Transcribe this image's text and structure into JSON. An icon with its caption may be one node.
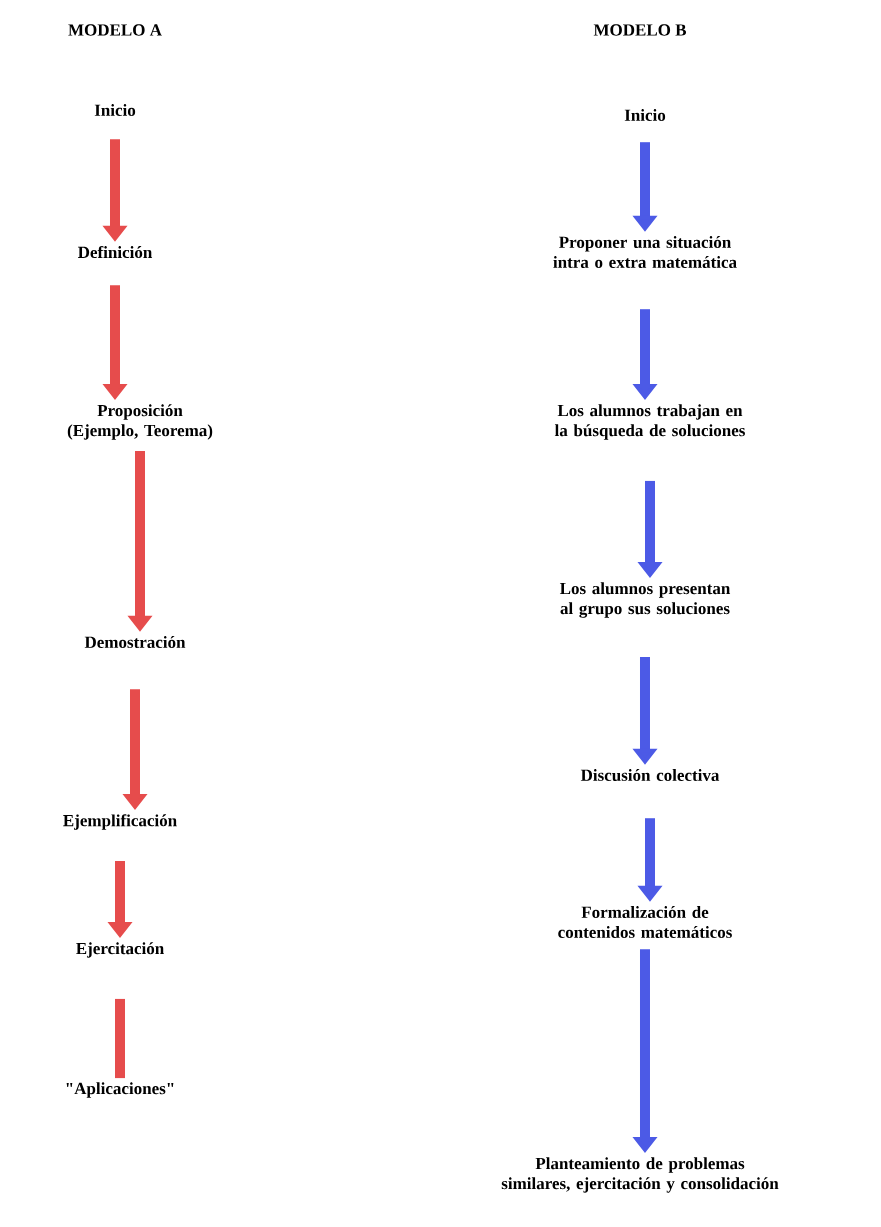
{
  "diagram": {
    "nodes": [
      {
        "text": [
          "Inicio"
        ]
      },
      {
        "text": [
          "Definición"
        ]
      },
      {
        "text": [
          "Proposición (Ejemplo, Teorema)"
        ]
      },
      {
        "text": [
          "Demostración"
        ]
      },
      {
        "text": [
          "Ejemplificación"
        ]
      },
      {
        "text": [
          "Ejercitación"
        ]
      },
      {
        "text": [
          "\"Aplicaciones\""
        ]
      },
      {
        "text": [
          "Inicio"
        ]
      },
      {
        "text": [
          "Proponer una situación intra o extra matemática"
        ]
      },
      {
        "text": [
          "Los alumnos trabajan en la búsqueda de soluciones"
        ]
      },
      {
        "text": [
          "Los alumnos presentan al grupo sus soluciones"
        ]
      },
      {
        "text": [
          "Discusión colectiva"
        ]
      },
      {
        "text": [
          "Formalización de contenidos matemáticos"
        ]
      },
      {
        "text": [
          "Planteamiento de problemas similares, ejercitación y consolidación"
        ]
      }
    ],
    "edges": [
      {
        "from": 0,
        "to": 1,
        "arrow": "to",
        "color": "#e64c4c"
      },
      {
        "from": 1,
        "to": 2,
        "arrow": "to",
        "color": "#e64c4c"
      },
      {
        "from": 2,
        "to": 3,
        "arrow": "to",
        "color": "#e64c4c"
      },
      {
        "from": 3,
        "to": 4,
        "arrow": "to",
        "color": "#e64c4c"
      },
      {
        "from": 4,
        "to": 5,
        "arrow": "to",
        "color": "#e64c4c"
      },
      {
        "from": 5,
        "to": 6,
        "arrow": "none",
        "color": "#e64c4c"
      },
      {
        "from": 7,
        "to": 8,
        "arrow": "to",
        "color": "#4c5ae6"
      },
      {
        "from": 8,
        "to": 9,
        "arrow": "to",
        "color": "#4c5ae6"
      },
      {
        "from": 9,
        "to": 10,
        "arrow": "to",
        "color": "#4c5ae6"
      },
      {
        "from": 10,
        "to": 11,
        "arrow": "to",
        "color": "#4c5ae6"
      },
      {
        "from": 11,
        "to": 12,
        "arrow": "to",
        "color": "#4c5ae6"
      },
      {
        "from": 12,
        "to": 13,
        "arrow": "to",
        "color": "#4c5ae6"
      }
    ],
    "labels": [
      "MODELO A",
      "MODELO B"
    ]
  }
}
